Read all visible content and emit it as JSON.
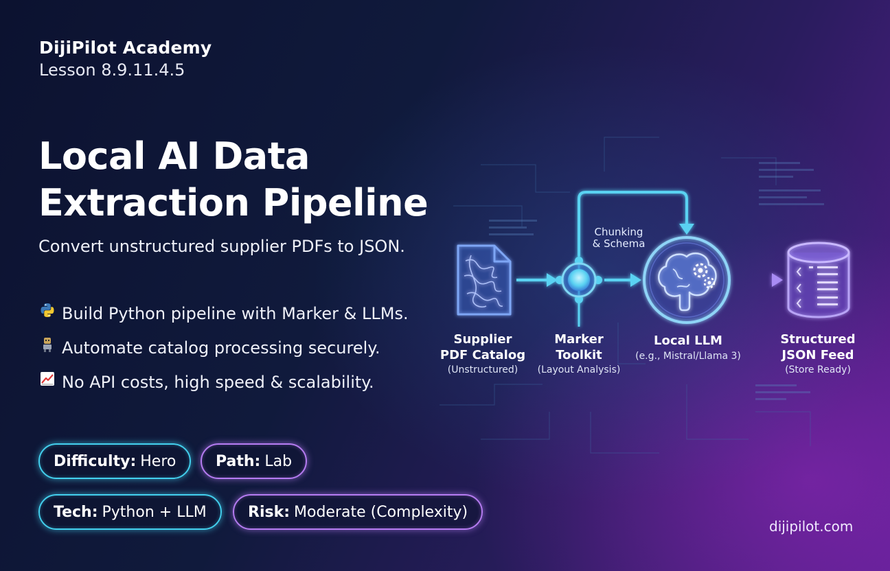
{
  "brand": {
    "name": "DijiPilot Academy",
    "lesson": "Lesson 8.9.11.4.5"
  },
  "title": {
    "line1": "Local AI Data",
    "line2": "Extraction Pipeline"
  },
  "subtitle": "Convert unstructured supplier PDFs to JSON.",
  "bullets": [
    {
      "icon": "python-icon",
      "text": "Build Python pipeline with Marker & LLMs."
    },
    {
      "icon": "robot-icon",
      "text": "Automate catalog processing securely."
    },
    {
      "icon": "chart-up-icon",
      "text": "No API costs, high speed & scalability."
    }
  ],
  "badges": [
    {
      "label": "Difficulty:",
      "value": "Hero",
      "color": "#43d0ee"
    },
    {
      "label": "Path:",
      "value": "Lab",
      "color": "#b67cf2"
    },
    {
      "label": "Tech:",
      "value": "Python + LLM",
      "color": "#43d0ee"
    },
    {
      "label": "Risk:",
      "value": "Moderate (Complexity)",
      "color": "#b67cf2"
    }
  ],
  "diagram": {
    "loop_label_1": "Chunking",
    "loop_label_2": "& Schema",
    "nodes": [
      {
        "icon": "pdf-document-icon",
        "title1": "Supplier",
        "title2": "PDF Catalog",
        "sub": "(Unstructured)"
      },
      {
        "icon": "marker-node-icon",
        "title1": "Marker",
        "title2": "Toolkit",
        "sub": "(Layout Analysis)"
      },
      {
        "icon": "brain-gear-icon",
        "title1": "Local LLM",
        "title2": "",
        "sub": "(e.g., Mistral/Llama 3)"
      },
      {
        "icon": "database-icon",
        "title1": "Structured",
        "title2": "JSON Feed",
        "sub": "(Store Ready)"
      }
    ]
  },
  "colors": {
    "accent_cyan": "#43d0ee",
    "accent_purple": "#b67cf2"
  },
  "footer": {
    "site": "dijipilot.com"
  }
}
